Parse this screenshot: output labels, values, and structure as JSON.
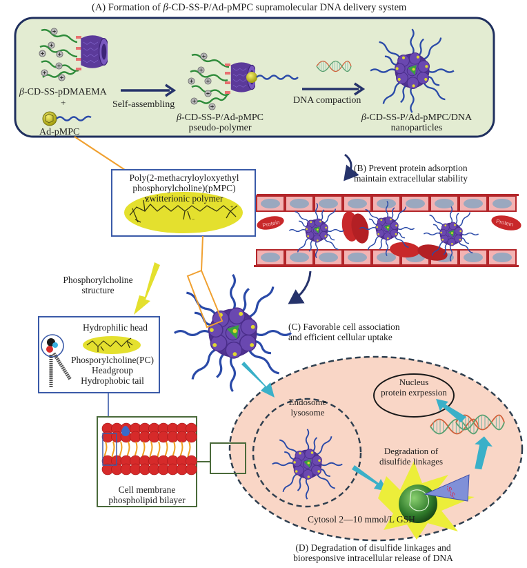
{
  "figure": {
    "panel_a": {
      "title_prefix": "(A) Formation of ",
      "title_beta": "β",
      "title_rest": "-CD-SS-P/Ad-pMPC  supramolecular DNA delivery system",
      "components": {
        "host_beta": "β",
        "host_name": "-CD-SS-pDMAEMA",
        "plus": "+",
        "guest_name": "Ad-pMPC"
      },
      "step1_label": "Self-assembling",
      "intermediate_beta": "β",
      "intermediate_line1": "-CD-SS-P/Ad-pMPC",
      "intermediate_line2": "pseudo-polymer",
      "step2_label": "DNA compaction",
      "product_beta": "β",
      "product_line1": "-CD-SS-P/Ad-pMPC/DNA",
      "product_line2": "nanoparticles"
    },
    "pmpc_box": {
      "line1": "Poly(2-methacryloyloxyethyl",
      "line2": "phosphorylcholine)(pMPC)",
      "line3": "zwitterionic polymer"
    },
    "panel_b": {
      "line1": "(B) Prevent protein adsorption",
      "line2": "maintain extracellular stability",
      "protein_label": "Protein"
    },
    "pc_arrow": {
      "line1": "Phosphorylcholine",
      "line2": "structure"
    },
    "pc_box": {
      "head_label": "Hydrophilic head",
      "pc_line1": "Phosporylcholine(PC)",
      "pc_line2": "Headgroup",
      "tail_label": "Hydrophobic tail"
    },
    "membrane_box": {
      "line1": "Cell membrane",
      "line2": "phospholipid bilayer"
    },
    "panel_c": {
      "line1": "(C) Favorable cell association",
      "line2": "and efficient cellular uptake"
    },
    "cell": {
      "nucleus_line1": "Nucleus",
      "nucleus_line2": "protein exrpession",
      "endosome_line1": "Endosome",
      "endosome_line2": "lysosome",
      "degradation_line1": "Degradation of",
      "degradation_line2": "disulfide linkages",
      "ss_label": "-S-S-",
      "cytosol_label": "Cytosol 2—10 mmol/L GSH"
    },
    "panel_d": {
      "line1": "(D) Degradation of disulfide linkages and",
      "line2": "bioresponsive intracellular release of DNA"
    },
    "colors": {
      "panel_a_bg": "#e3ecd2",
      "panel_a_border": "#1f2f5e",
      "dark_arrow": "#26336b",
      "cyclodextrin": "#5b3a9a",
      "pdmaema_chain": "#2e8b3a",
      "pmpc_chain": "#2a4aa8",
      "adamantane": "#c8c020",
      "yellow_highlight": "#e4e02e",
      "blue_box_border": "#3a5aa8",
      "orange_connector": "#f0a030",
      "vessel_red": "#b3262a",
      "vessel_cell": "#f3b3b3",
      "nucleus_grey": "#9aa8bf",
      "protein_red": "#c8282a",
      "cell_bg": "#f9d6c6",
      "cyan_arrow": "#3ab0c8",
      "membrane_border": "#4a6a3a",
      "lipid_head": "#d62a2a",
      "lipid_tail": "#f0a020"
    }
  }
}
